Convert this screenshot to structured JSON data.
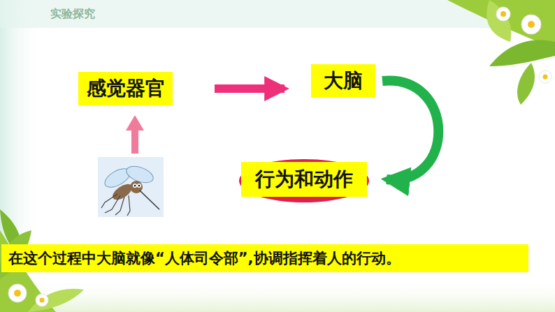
{
  "diagram": {
    "nodes": [
      {
        "text": [
          "感觉器官"
        ]
      },
      {
        "text": [
          "大脑"
        ]
      },
      {
        "text": [
          "行为和动作"
        ]
      },
      {
        "text": [
          "在这个过程中大脑就像“人体司令部”,协调指挥着人的行动。"
        ]
      }
    ],
    "edges": [
      {
        "from": 0,
        "to": 1,
        "arrow": "to"
      },
      {
        "from": 1,
        "to": 2,
        "arrow": "to"
      }
    ],
    "labels": [
      "实验探究"
    ]
  }
}
